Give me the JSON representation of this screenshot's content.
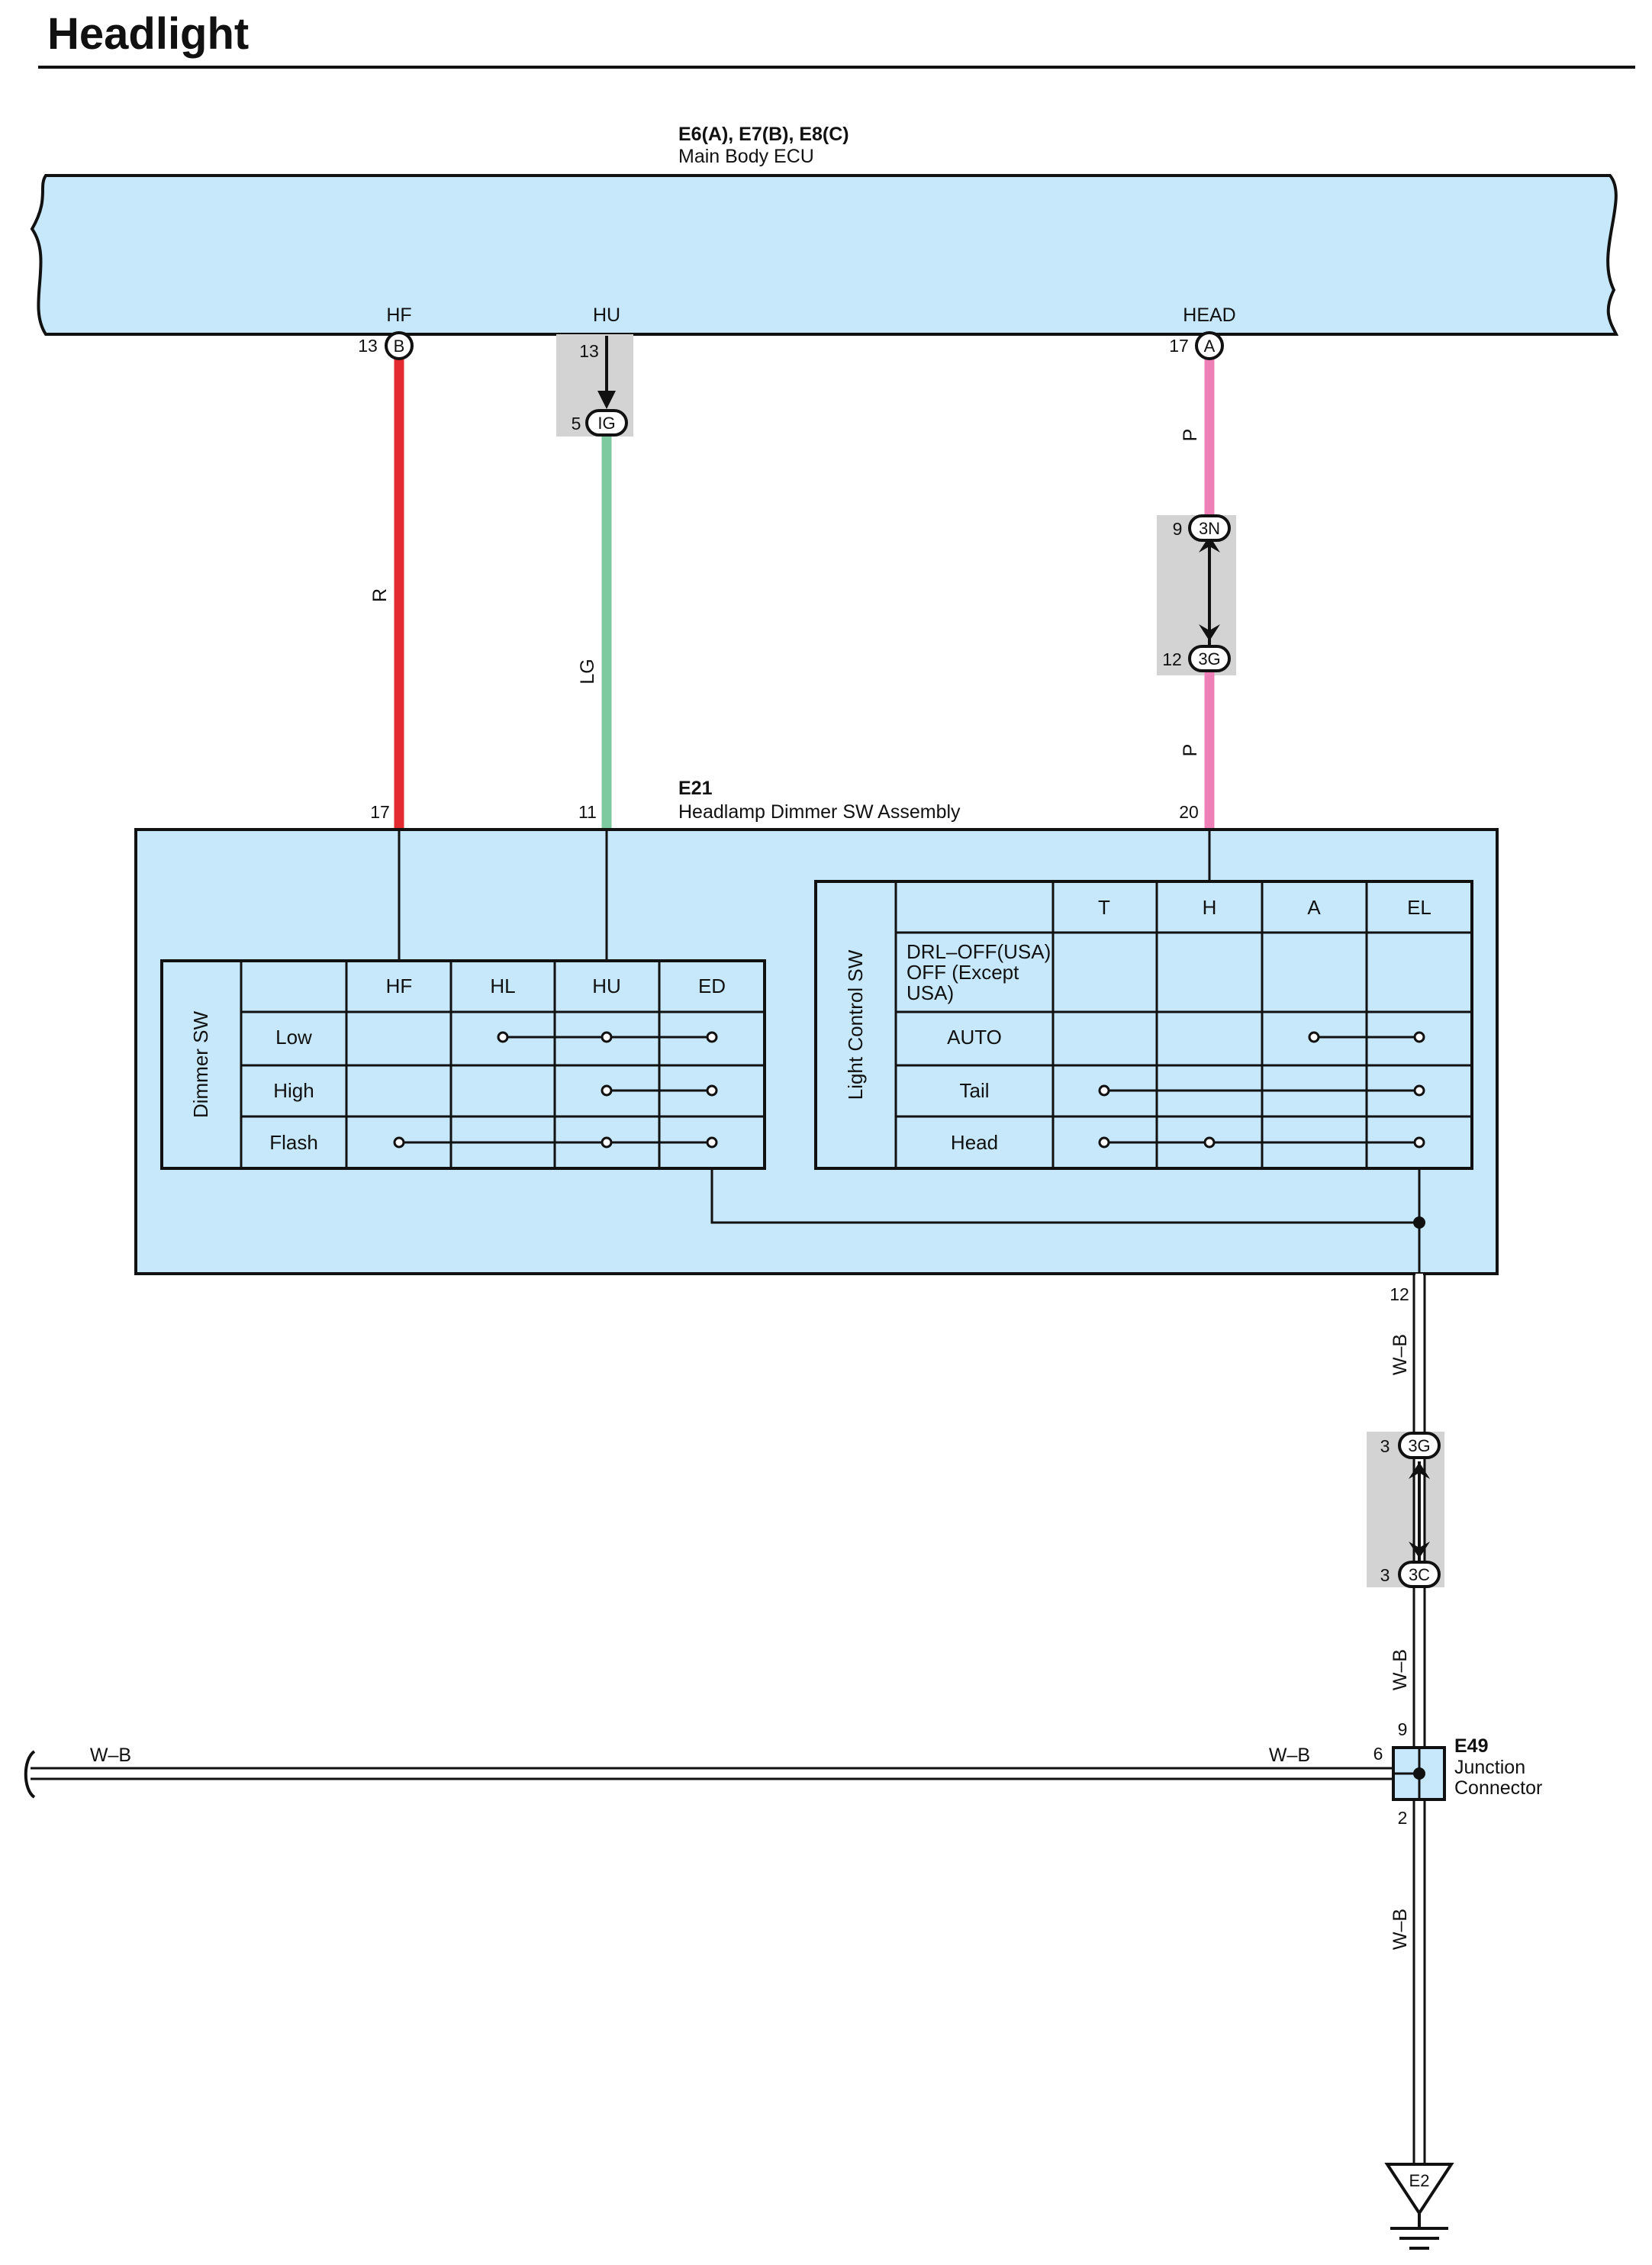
{
  "title": "Headlight",
  "ecu": {
    "connectors": "E6(A), E7(B), E8(C)",
    "name": "Main Body ECU",
    "terminals": {
      "hf": {
        "label": "HF",
        "pin": "13",
        "conn": "B"
      },
      "hu": {
        "label": "HU",
        "pin": "13"
      },
      "head": {
        "label": "HEAD",
        "pin": "17",
        "conn": "A"
      }
    }
  },
  "inline": {
    "ig": {
      "pin": "5",
      "code": "IG"
    },
    "n3": {
      "pin": "9",
      "code": "3N"
    },
    "g3_top": {
      "pin": "12",
      "code": "3G"
    },
    "g3_bottom": {
      "pin": "3",
      "code": "3G"
    },
    "c3": {
      "pin": "3",
      "code": "3C"
    }
  },
  "wires": {
    "hf_color": "R",
    "hu_color": "LG",
    "head_color_upper": "P",
    "head_color_lower": "P",
    "ground_1": "W–B",
    "ground_2": "W–B",
    "ground_3": "W–B",
    "ground_left": "W–B",
    "ground_right": "W–B"
  },
  "colors": {
    "body_fill": "#c6e8fa",
    "wire_r": "#e42b2f",
    "wire_lg": "#7dc9a0",
    "wire_p": "#ef80b7",
    "inline_bg": "#d3d3d3"
  },
  "switch": {
    "code": "E21",
    "name": "Headlamp Dimmer SW Assembly",
    "pins": {
      "hf": "17",
      "hu": "11",
      "head": "20",
      "ground": "12"
    },
    "dimmer": {
      "title": "Dimmer SW",
      "columns": [
        "HF",
        "HL",
        "HU",
        "ED"
      ],
      "rows": [
        {
          "label": "Low",
          "connect": [
            "HL",
            "HU",
            "ED"
          ]
        },
        {
          "label": "High",
          "connect": [
            "HU",
            "ED"
          ]
        },
        {
          "label": "Flash",
          "connect": [
            "HF",
            "HU",
            "ED"
          ]
        }
      ]
    },
    "light": {
      "title": "Light Control SW",
      "columns": [
        "T",
        "H",
        "A",
        "EL"
      ],
      "rows": [
        {
          "label_lines": [
            "DRL–OFF(USA)",
            "OFF (Except",
            "USA)"
          ],
          "connect": []
        },
        {
          "label_lines": [
            "AUTO"
          ],
          "connect": [
            "A",
            "EL"
          ]
        },
        {
          "label_lines": [
            "Tail"
          ],
          "connect": [
            "T",
            "EL"
          ]
        },
        {
          "label_lines": [
            "Head"
          ],
          "connect": [
            "T",
            "H",
            "EL"
          ]
        }
      ]
    }
  },
  "junction": {
    "code": "E49",
    "name_line1": "Junction",
    "name_line2": "Connector",
    "pin_top": "9",
    "pin_left": "6",
    "pin_bottom": "2"
  },
  "ground": {
    "code": "E2"
  }
}
